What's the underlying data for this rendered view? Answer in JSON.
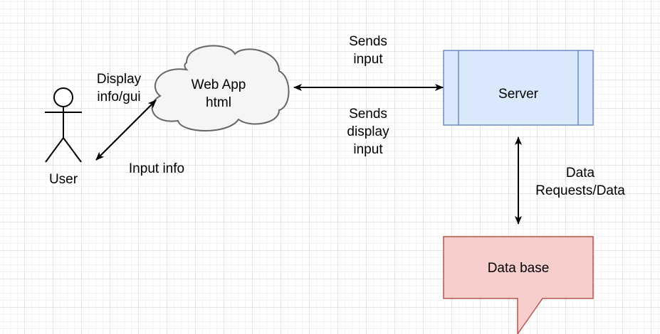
{
  "nodes": {
    "user": {
      "label": "User"
    },
    "web_app": {
      "label": "Web App\nhtml",
      "fill": "#f5f5f5",
      "stroke": "#666666"
    },
    "server": {
      "label": "Server",
      "fill": "#dae8fc",
      "stroke": "#6c8ebf"
    },
    "database": {
      "label": "Data base",
      "fill": "#f8cecc",
      "stroke": "#b85450"
    }
  },
  "edge_labels": {
    "display_info": "Display\ninfo/gui",
    "input_info": "Input info",
    "sends_input": "Sends\ninput",
    "sends_display_input": "Sends\ndisplay\ninput",
    "data_requests": "Data\nRequests/Data"
  },
  "edges": [
    {
      "from": "user",
      "to": "web_app",
      "direction": "both"
    },
    {
      "from": "web_app",
      "to": "server",
      "direction": "both"
    },
    {
      "from": "server",
      "to": "database",
      "direction": "both"
    }
  ]
}
